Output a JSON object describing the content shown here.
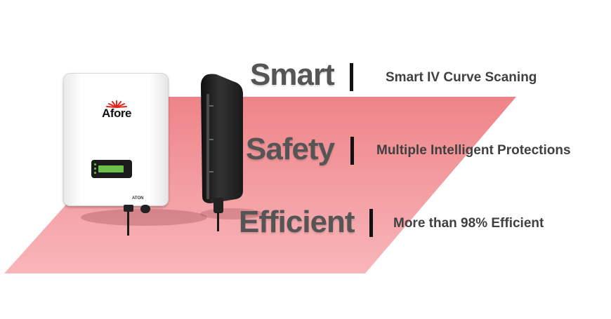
{
  "product": {
    "brand": "Afore",
    "model_label": "ATON"
  },
  "features": [
    {
      "heading": "Smart",
      "description": "Smart IV Curve Scaning"
    },
    {
      "heading": "Safety",
      "description": "Multiple Intelligent Protections"
    },
    {
      "heading": "Efficient",
      "description": "More than 98% Efficient"
    }
  ],
  "colors": {
    "floor_top": "#ef8a90",
    "floor_bottom": "#f7b3b7",
    "heading": "#555555",
    "description": "#404040"
  }
}
